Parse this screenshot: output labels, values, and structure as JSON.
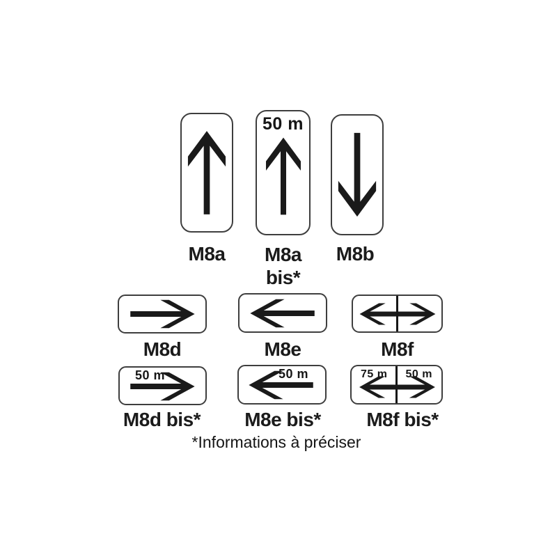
{
  "colors": {
    "background": "#ffffff",
    "ink": "#1a1a1a",
    "panel_border": "#3e3e3e"
  },
  "signs": {
    "m8a": {
      "label": "M8a",
      "arrow": "up"
    },
    "m8a_bis": {
      "label_line1": "M8a",
      "label_line2": "bis*",
      "distance": "50 m",
      "arrow": "up"
    },
    "m8b": {
      "label": "M8b",
      "arrow": "down"
    },
    "m8d": {
      "label": "M8d",
      "arrow": "right"
    },
    "m8e": {
      "label": "M8e",
      "arrow": "left"
    },
    "m8f": {
      "label": "M8f",
      "arrow": "double-horizontal",
      "divider": true
    },
    "m8d_bis": {
      "label": "M8d bis*",
      "distance": "50 m",
      "arrow": "right"
    },
    "m8e_bis": {
      "label": "M8e bis*",
      "distance": "50 m",
      "arrow": "left"
    },
    "m8f_bis": {
      "label": "M8f bis*",
      "distance_left": "75 m",
      "distance_right": "50 m",
      "arrow": "double-horizontal",
      "divider": true
    }
  },
  "footnote": "*Informations à préciser"
}
